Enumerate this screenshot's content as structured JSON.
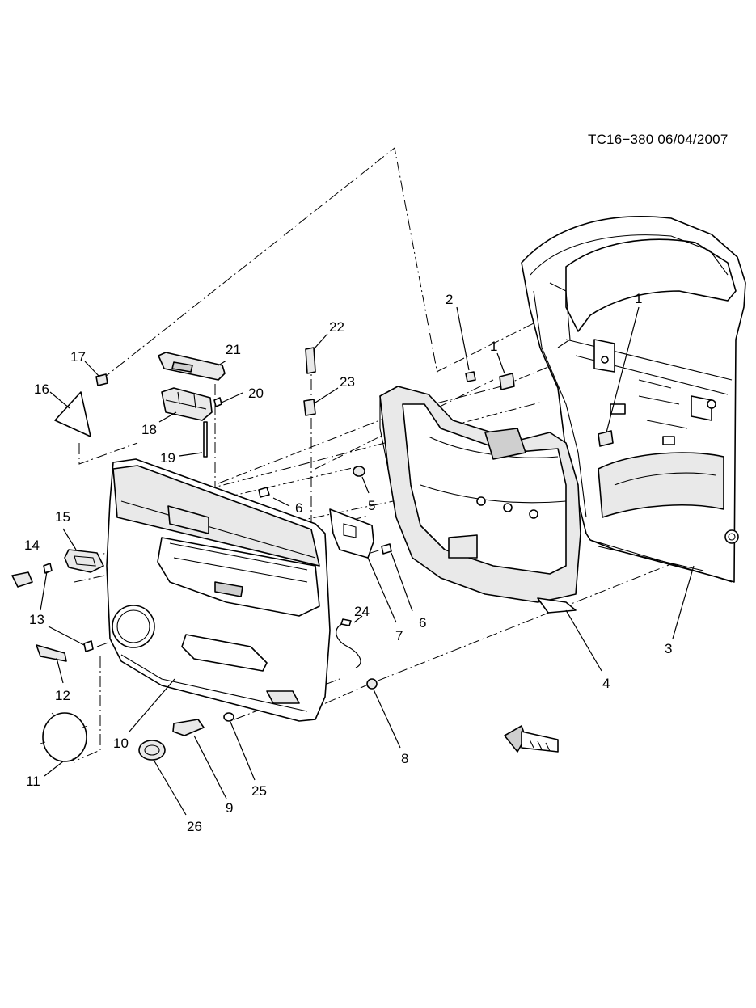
{
  "header": {
    "code": "TC16−380  06/04/2007"
  },
  "callouts": {
    "c1a": "1",
    "c1b": "1",
    "c2": "2",
    "c3": "3",
    "c4": "4",
    "c5": "5",
    "c6a": "6",
    "c6b": "6",
    "c7": "7",
    "c8": "8",
    "c9": "9",
    "c10": "10",
    "c11": "11",
    "c12": "12",
    "c13": "13",
    "c14": "14",
    "c15": "15",
    "c16": "16",
    "c17": "17",
    "c18": "18",
    "c19": "19",
    "c20": "20",
    "c21": "21",
    "c22": "22",
    "c23": "23",
    "c24": "24",
    "c25": "25",
    "c26": "26"
  },
  "icons": {
    "front_arrow": "front-direction-arrow-icon"
  }
}
